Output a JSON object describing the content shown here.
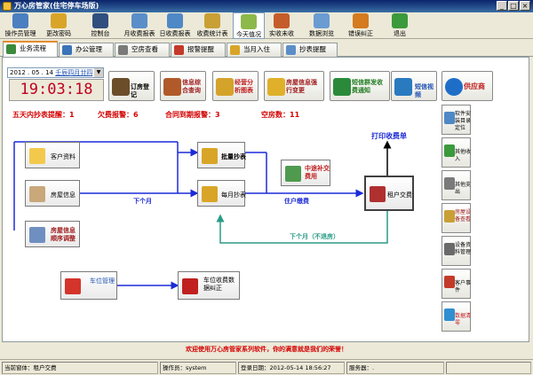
{
  "window": {
    "title": "万心房管家(住宅停车场版)"
  },
  "toolbar": [
    {
      "label": "操作员管理",
      "color": "#4b7fc0"
    },
    {
      "label": "更改密码",
      "color": "#d9a528"
    },
    {
      "label": "控制台",
      "color": "#2f4f7f"
    },
    {
      "label": "月收费报表",
      "color": "#5a8ec9"
    },
    {
      "label": "日收费报表",
      "color": "#4f88c6"
    },
    {
      "label": "收费统计表",
      "color": "#c8a035"
    },
    {
      "label": "今天值况",
      "color": "#8db84a"
    },
    {
      "label": "实收未收",
      "color": "#c55c2b"
    },
    {
      "label": "数据浏览",
      "color": "#6a9bd1"
    },
    {
      "label": "错误纠正",
      "color": "#d47a1f"
    },
    {
      "label": "退出",
      "color": "#3b9a3b"
    }
  ],
  "tabs": [
    {
      "label": "业务流程",
      "color": "#3c8a3c"
    },
    {
      "label": "办公管理",
      "color": "#3b73b9"
    },
    {
      "label": "空房查看",
      "color": "#7a7a7a"
    },
    {
      "label": "报警提醒",
      "color": "#c43a2a"
    },
    {
      "label": "当月入住",
      "color": "#d9a528"
    },
    {
      "label": "抄表提醒",
      "color": "#5a8ec9"
    }
  ],
  "date": {
    "value": "2012 . 05 . 14",
    "lunar": "壬辰四月廿四"
  },
  "clock": "19:03:18",
  "features": [
    {
      "label": "订房登记",
      "color": "#6b4d2a"
    },
    {
      "label": "信息综合查询",
      "color": "#b05a2a"
    },
    {
      "label": "经营分析图表",
      "color": "#d4a32a"
    },
    {
      "label": "房屋信息强行变更",
      "color": "#e0b02a"
    },
    {
      "label": "短信群发收费通知",
      "color": "#2a8a3a"
    },
    {
      "label": "短信视频",
      "color": "#2a7ac0"
    },
    {
      "label": "供应商",
      "color": "#1e6ec8"
    }
  ],
  "alerts": [
    {
      "label": "五天内抄表提醒：1"
    },
    {
      "label": "欠费报警：6"
    },
    {
      "label": "合同到期报警：3"
    },
    {
      "label": "空房数：11"
    }
  ],
  "right_buttons": [
    {
      "label": "软件安装目录定位",
      "color": "#4f88c6"
    },
    {
      "label": "其他收入",
      "color": "#3b9a3b"
    },
    {
      "label": "其他支出",
      "color": "#7a7a7a"
    },
    {
      "label": "房屋设备查看",
      "color": "#c8a035"
    },
    {
      "label": "设备资料管理",
      "color": "#6a6a6a"
    },
    {
      "label": "客户事件",
      "color": "#c43a2a"
    },
    {
      "label": "数据清零",
      "color": "#2f8fd1"
    }
  ],
  "flow": {
    "customer": "客户资料",
    "house": "房屋信息",
    "house_adjust": "房屋信息顺序调整",
    "batch_meter": "批量抄表",
    "monthly_meter": "每月抄表",
    "midway": "中途补交费用",
    "tenant": "租户交费",
    "print": "打印收费单",
    "next_month_1": "下个月",
    "midway_pay": "住户缴费",
    "next_month_2": "下个月（不退房）",
    "parking": "车位管理",
    "parking_fix": "车位收费数据纠正"
  },
  "footer": "欢迎使用万心房管家系列软件，你的满意就是我们的荣誉！",
  "status": {
    "window_label": "当前窗体：租户交费",
    "operator": "操作员：system",
    "login": "登录日期：2012-05-14 18:56:27",
    "server": "服务器：."
  }
}
